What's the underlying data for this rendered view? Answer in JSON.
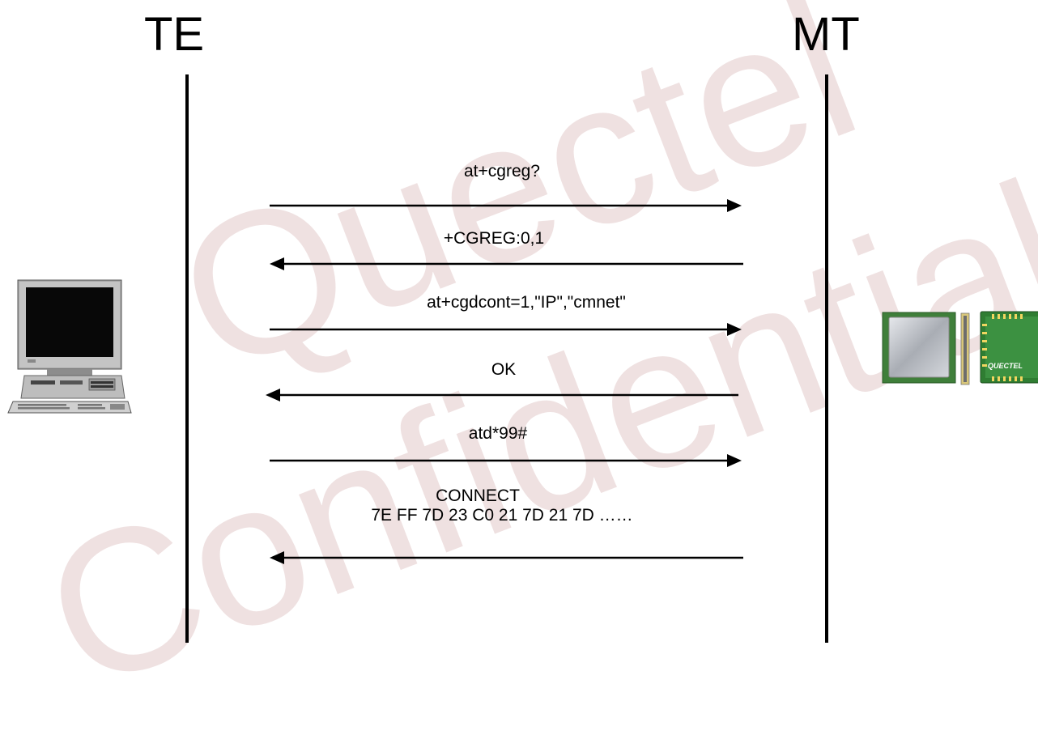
{
  "diagram": {
    "left_party": {
      "label": "TE",
      "icon": "desktop-computer-icon"
    },
    "right_party": {
      "label": "MT",
      "icon": "gsm-module-icon"
    },
    "module_logo_text": "QUECTEL",
    "watermark": {
      "line1": "Quectel",
      "line2": "Confidential"
    },
    "messages": [
      {
        "id": "m1",
        "text": "at+cgreg?",
        "direction": "TE->MT"
      },
      {
        "id": "m2",
        "text": "+CGREG:0,1",
        "direction": "MT->TE"
      },
      {
        "id": "m3",
        "text": "at+cgdcont=1,\"IP\",\"cmnet\"",
        "direction": "TE->MT"
      },
      {
        "id": "m4",
        "text": "OK",
        "direction": "MT->TE"
      },
      {
        "id": "m5",
        "text": "atd*99#",
        "direction": "TE->MT"
      },
      {
        "id": "m6",
        "text": "CONNECT",
        "text2": "7E FF 7D 23 C0 21 7D 21 7D ……",
        "direction": "MT->TE"
      }
    ],
    "colors": {
      "line": "#000000",
      "watermark": "#e8c8c8",
      "module_green": "#2f7d32",
      "module_silver": "#b8bcc4"
    }
  }
}
